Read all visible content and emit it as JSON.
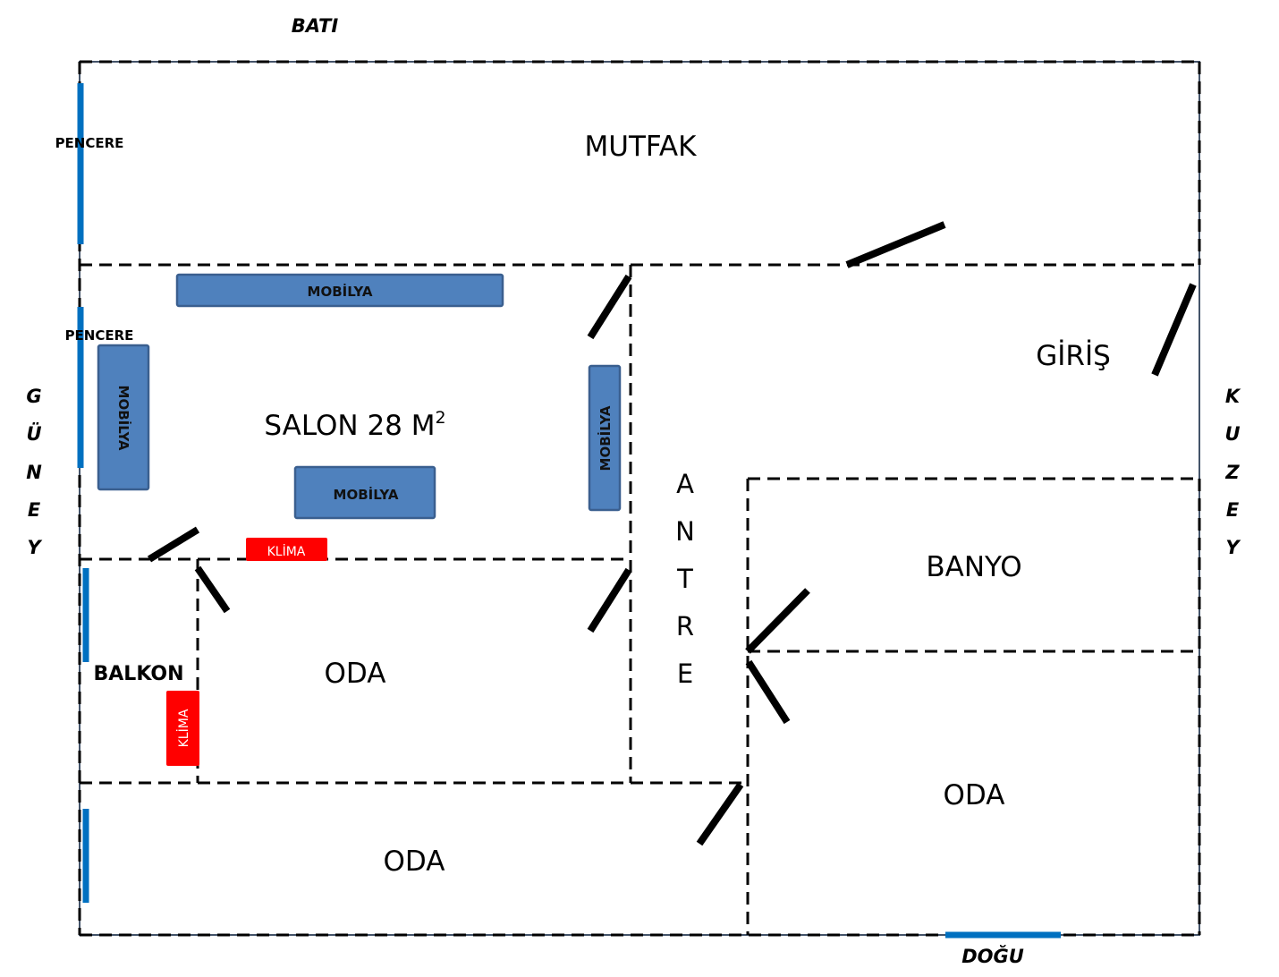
{
  "colors": {
    "window": "#0070c0",
    "furniture": "#4f81bd",
    "ac": "#ff0000",
    "wall": "#000000"
  },
  "compass": {
    "west": "BATI",
    "south": [
      "G",
      "Ü",
      "N",
      "E",
      "Y"
    ],
    "north": [
      "K",
      "U",
      "Z",
      "E",
      "Y"
    ],
    "east": "DOĞU"
  },
  "rooms": {
    "kitchen": "MUTFAK",
    "living_room": "SALON 28 M",
    "living_room_superscript": "2",
    "entrance": "GİRİŞ",
    "hall": [
      "A",
      "N",
      "T",
      "R",
      "E"
    ],
    "bathroom": "BANYO",
    "balcony": "BALKON",
    "room_middle": "ODA",
    "room_bottom": "ODA",
    "room_right": "ODA"
  },
  "windows": {
    "kitchen_window_label": "PENCERE",
    "salon_window_label": "PENCERE"
  },
  "furniture": {
    "top": "MOBİLYA",
    "left": "MOBİLYA",
    "center": "MOBİLYA",
    "right": "MOBİLYA"
  },
  "air_conditioners": {
    "salon": "KLİMA",
    "balcony": "KLİMA"
  }
}
